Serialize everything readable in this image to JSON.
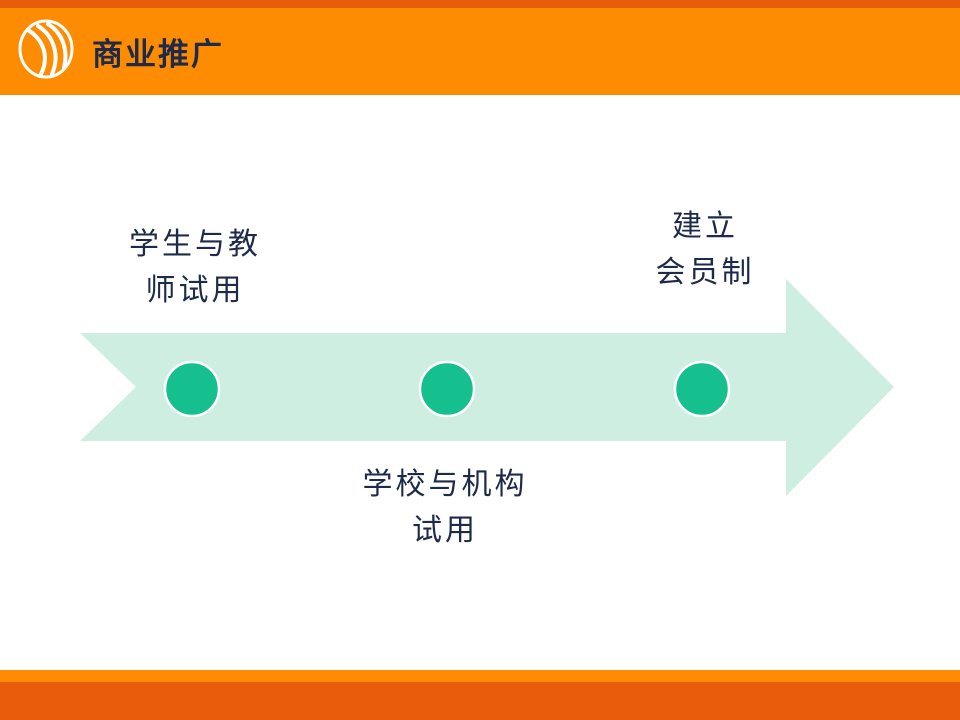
{
  "header": {
    "title": "商业推广",
    "background_color": "#fd8c02",
    "strip_color": "#e85d0c",
    "logo_icon": "swoosh-logo-icon"
  },
  "diagram": {
    "arrow_color": "#cdeee0",
    "node_color": "#15c08e",
    "stages": [
      {
        "line1": "学生与教",
        "line2": "师试用"
      },
      {
        "line1": "学校与机构",
        "line2": "试用"
      },
      {
        "line1": "建立",
        "line2": "会员制"
      }
    ]
  },
  "footer": {
    "color": "#e85d0c"
  }
}
